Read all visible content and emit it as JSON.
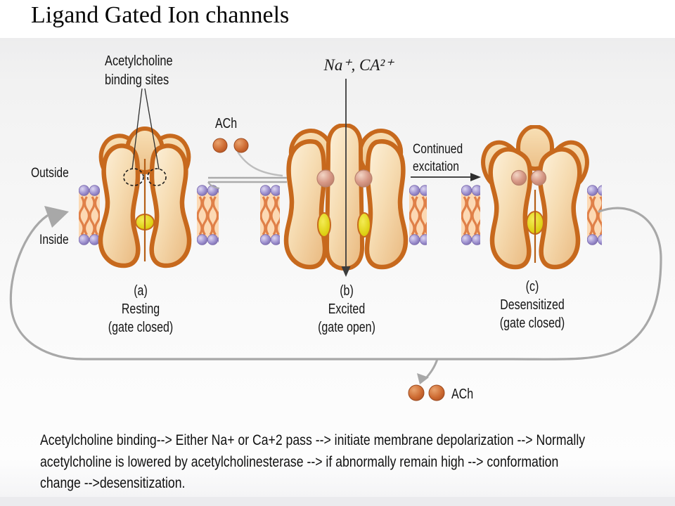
{
  "title": "Ligand Gated Ion channels",
  "labels": {
    "binding_sites_line1": "Acetylcholine",
    "binding_sites_line2": "binding sites",
    "ions": "Na⁺, CA²⁺",
    "ach_top": "ACh",
    "ach_bottom": "ACh",
    "continued_line1": "Continued",
    "continued_line2": "excitation",
    "outside": "Outside",
    "inside": "Inside"
  },
  "channels": [
    {
      "letter": "(a)",
      "state": "Resting",
      "gate": "(gate closed)"
    },
    {
      "letter": "(b)",
      "state": "Excited",
      "gate": "(gate open)"
    },
    {
      "letter": "(c)",
      "state": "Desensitized",
      "gate": "(gate closed)"
    }
  ],
  "summary": [
    "Acetylcholine  binding--> Either  Na+ or Ca+2 pass --> initiate  membrane depolarization  --> Normally",
    "acetylcholine  is lowered by acetylcholinesterase  --> if abnormally  remain high --> conformation",
    "change -->desensitization."
  ],
  "colors": {
    "channel_outline": "#c7691d",
    "channel_fill_light": "#fdf0d8",
    "channel_fill_dark": "#eaba80",
    "gate_yellow": "#ddd012",
    "ach_orange": "#c96a31",
    "receptor_pink": "#d79a87",
    "bead_purple": "#9c8fce",
    "tail_orange": "#e08048",
    "membrane_bg": "#fcd9b4",
    "arrow_gray": "#a8a8a8",
    "ink": "#141414"
  }
}
